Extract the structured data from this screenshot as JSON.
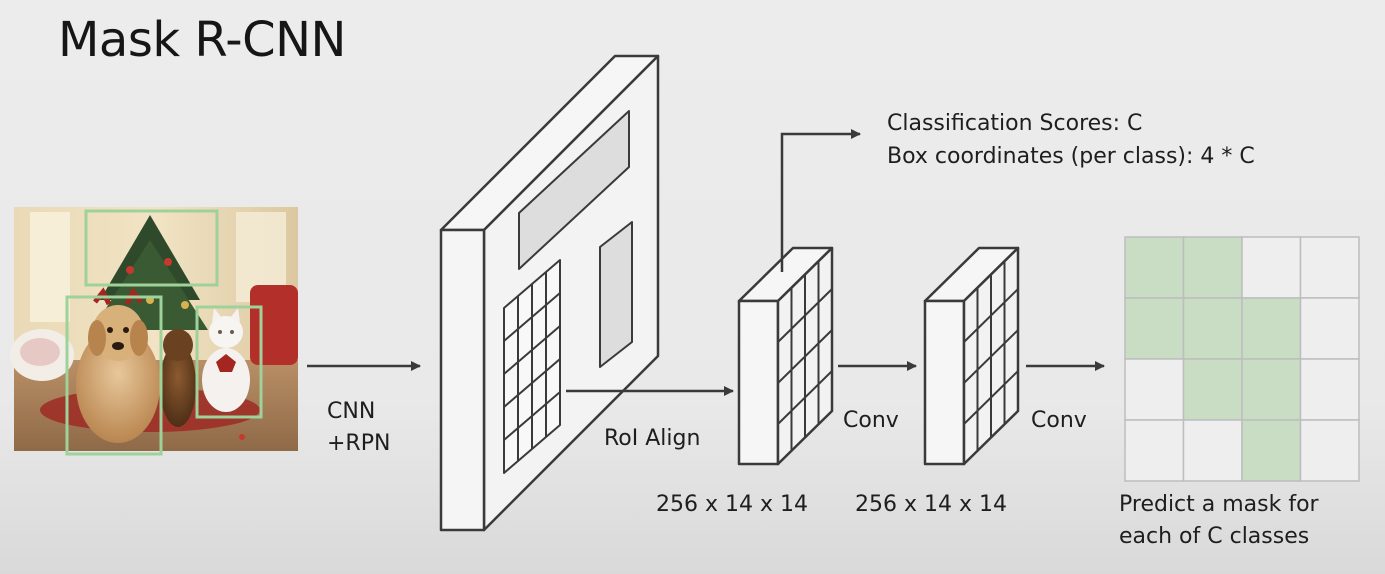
{
  "title": "Mask R-CNN",
  "labels": {
    "cnn_rpn": "CNN\n+RPN",
    "roi_align": "RoI Align",
    "conv1": "Conv",
    "conv2": "Conv",
    "dims1": "256 x 14 x 14",
    "dims2": "256 x 14 x 14",
    "cls_scores": "Classification Scores: C",
    "box_coords": "Box coordinates (per class): 4 * C",
    "predict_mask": "Predict a mask for\neach of C classes"
  },
  "mask_grid": {
    "rows": 4,
    "cols": 4,
    "filled": [
      [
        1,
        1,
        0,
        0
      ],
      [
        1,
        1,
        1,
        0
      ],
      [
        0,
        1,
        1,
        0
      ],
      [
        0,
        0,
        1,
        0
      ]
    ],
    "fill_color": "#c9dcc4",
    "empty_color": "#eeeeee"
  },
  "colors": {
    "line": "#3a3a3a",
    "box_face": "#f5f5f5",
    "box_side": "#eeeeee",
    "inner_rect": "#dddddd",
    "detection_box": "#9fd19a"
  }
}
